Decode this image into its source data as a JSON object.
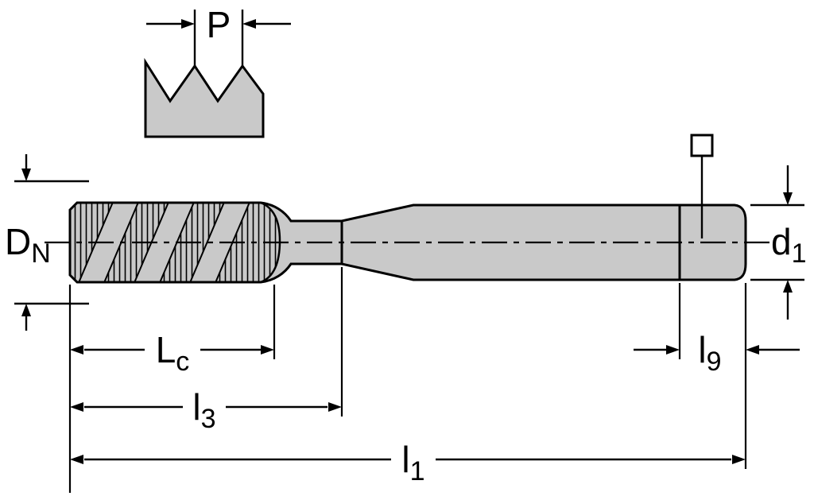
{
  "diagram": {
    "colors": {
      "background": "#ffffff",
      "line": "#000000",
      "body_fill": "#c9c9c9"
    },
    "icons": {
      "square_drive": "square-outline"
    },
    "labels": {
      "pitch": {
        "base": "P",
        "sub": ""
      },
      "nominal_diameter": {
        "base": "D",
        "sub": "N"
      },
      "shank_diameter": {
        "base": "d",
        "sub": "1"
      },
      "chamfer_length": {
        "base": "L",
        "sub": "c"
      },
      "thread_length": {
        "base": "l",
        "sub": "3"
      },
      "overall_length": {
        "base": "l",
        "sub": "1"
      },
      "square_length": {
        "base": "l",
        "sub": "9"
      }
    }
  }
}
